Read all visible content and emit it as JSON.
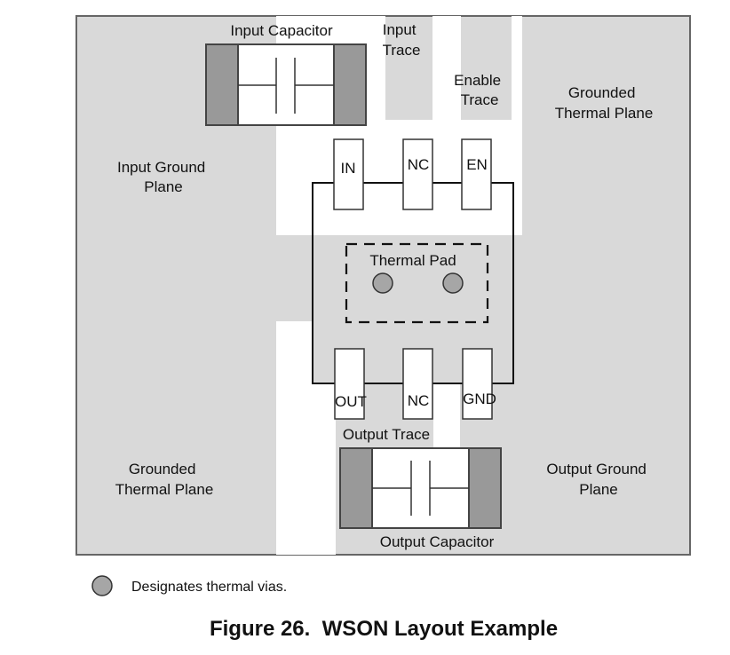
{
  "figure": {
    "caption": "Figure 26.  WSON Layout Example"
  },
  "labels": {
    "input_capacitor": "Input Capacitor",
    "input_trace": [
      "Input",
      "Trace"
    ],
    "enable_trace": [
      "Enable",
      "Trace"
    ],
    "grounded_thermal_plane_top": [
      "Grounded",
      "Thermal Plane"
    ],
    "input_ground_plane": [
      "Input Ground",
      "Plane"
    ],
    "thermal_pad": "Thermal Pad",
    "output_trace": "Output Trace",
    "grounded_thermal_plane_bottom": [
      "Grounded",
      "Thermal Plane"
    ],
    "output_ground_plane": [
      "Output Ground",
      "Plane"
    ],
    "output_capacitor": "Output Capacitor"
  },
  "pins": {
    "top": [
      "IN",
      "NC",
      "EN"
    ],
    "bottom": [
      "OUT",
      "NC",
      "GND"
    ]
  },
  "legend": {
    "text": "Designates thermal vias."
  },
  "colors": {
    "plane": "#d9d9d9",
    "trace": "#ffffff",
    "capacitor_terminal": "#999999",
    "via": "#a6a6a6",
    "outline": "#333333"
  }
}
